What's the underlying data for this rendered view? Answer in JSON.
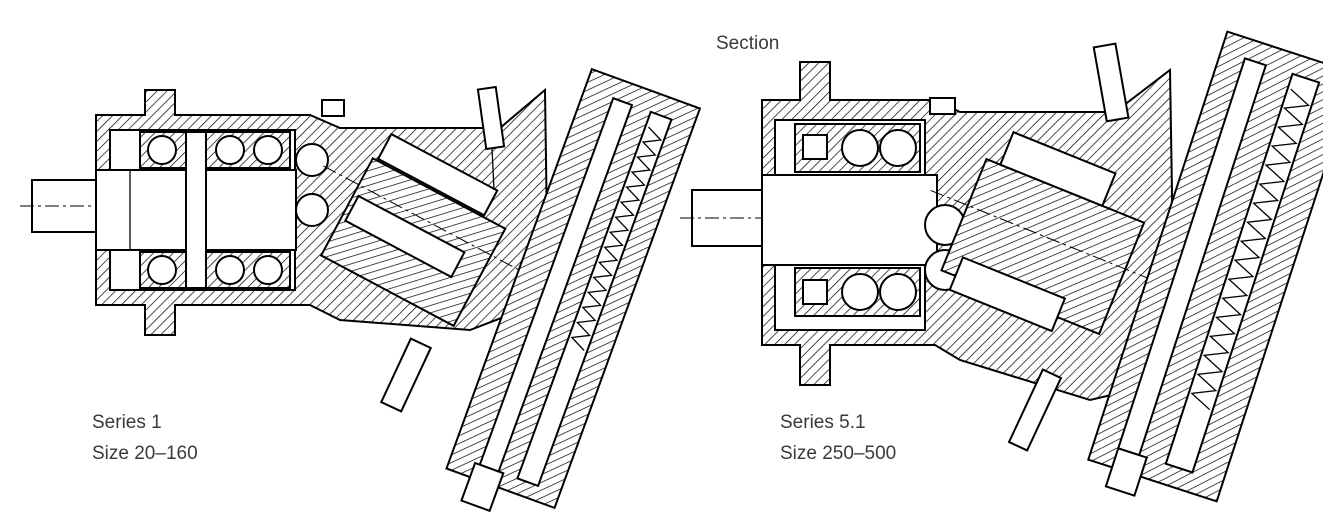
{
  "heading": "Section",
  "pumps": [
    {
      "series": "Series 1",
      "size": "Size 20–160"
    },
    {
      "series": "Series 5.1",
      "size": "Size 250–500"
    }
  ]
}
